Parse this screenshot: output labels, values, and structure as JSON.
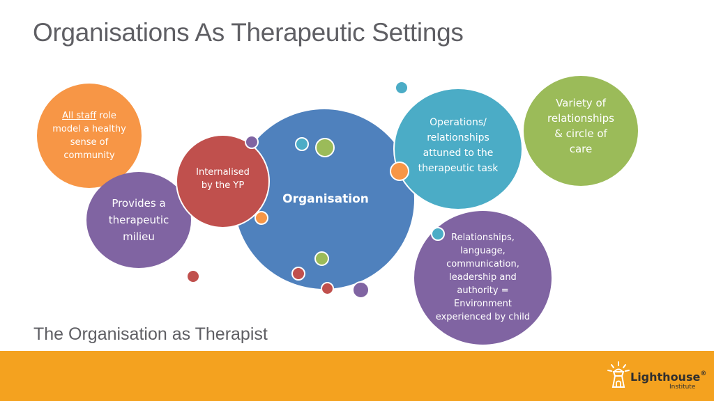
{
  "slide": {
    "title": "Organisations As Therapeutic Settings",
    "subtitle": "The Organisation as Therapist"
  },
  "diagram": {
    "center": "Organisation",
    "all_staff_underlined": "All staff",
    "all_staff_rest": " role model a healthy sense of community",
    "milieu": "Provides a therapeutic milieu",
    "internalised": "Internalised by the YP",
    "operations": "Operations/ relationships attuned to the therapeutic task",
    "variety": "Variety of relationships & circle of care",
    "relationships": "Relationships, language, communication, leadership and authority = Environment experienced by child"
  },
  "colors": {
    "orange": "#f79646",
    "purple": "#8064a2",
    "red": "#c0504d",
    "blue": "#4f81bd",
    "teal": "#4bacc6",
    "green": "#9bbb59",
    "footer": "#f4a21f",
    "title_text": "#5f5f64"
  },
  "logo": {
    "word": "Lighthouse",
    "reg": "®",
    "sub": "Institute",
    "icon": "lighthouse-icon"
  }
}
